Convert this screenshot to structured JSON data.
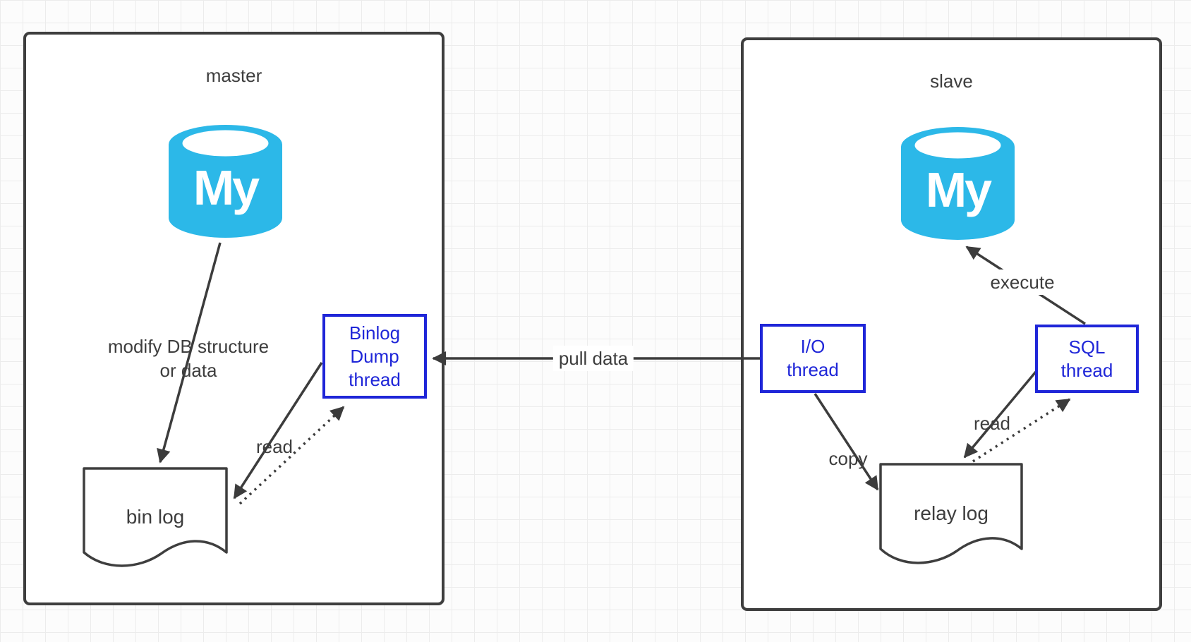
{
  "colors": {
    "node_blue": "#1f26d8",
    "db_cyan": "#2cb8e8",
    "line_dark": "#3c3c3c",
    "box_border": "#3e3e3e"
  },
  "master": {
    "title": "master",
    "db_label": "My",
    "thread_box": [
      "Binlog",
      "Dump",
      "thread"
    ],
    "doc_label": "bin log",
    "edge_labels": {
      "modify_1": "modify DB structure",
      "modify_2": "or data",
      "read": "read"
    }
  },
  "slave": {
    "title": "slave",
    "db_label": "My",
    "io_thread": [
      "I/O",
      "thread"
    ],
    "sql_thread": [
      "SQL",
      "thread"
    ],
    "doc_label": "relay log",
    "edge_labels": {
      "copy": "copy",
      "read": "read",
      "execute": "execute"
    }
  },
  "shared": {
    "pull_data": "pull data"
  }
}
